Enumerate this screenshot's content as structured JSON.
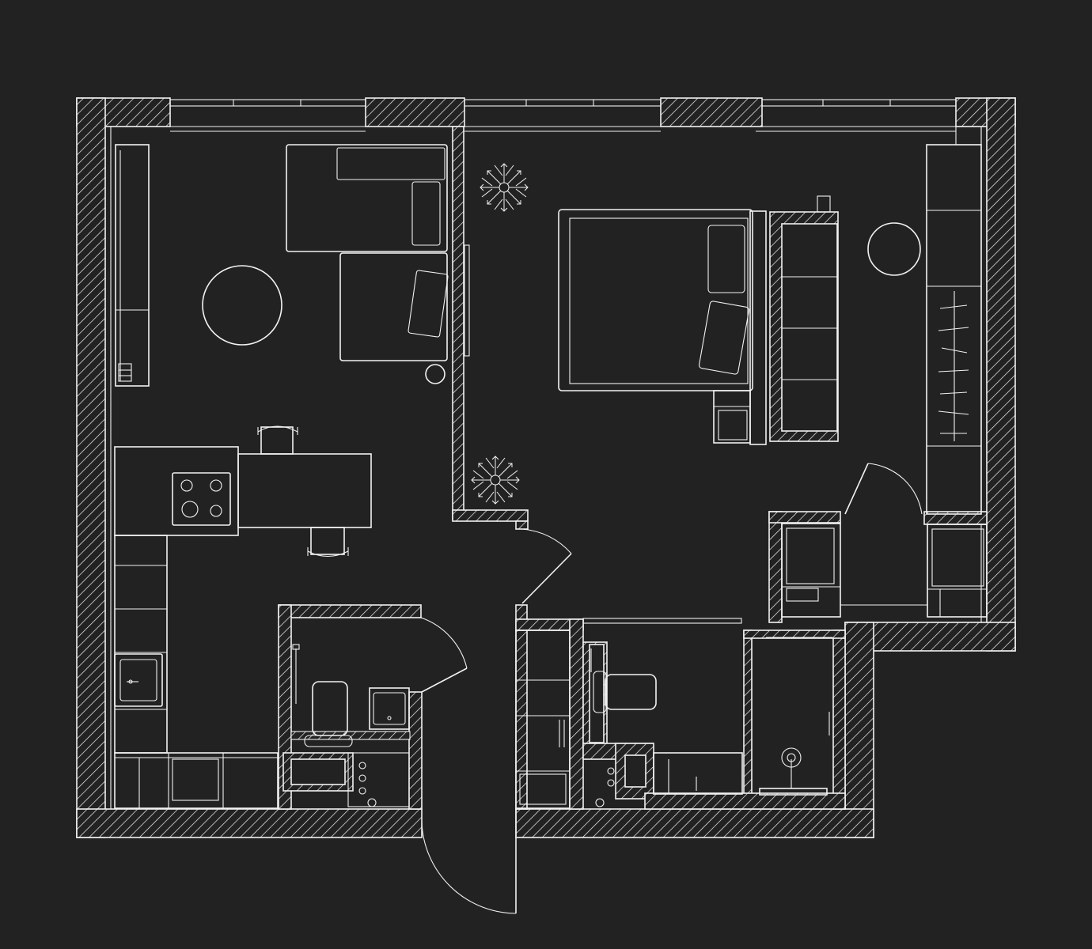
{
  "colors": {
    "background": "#222222",
    "line": "#f2f2f2"
  },
  "plan": {
    "rooms": [
      "living-room",
      "kitchen",
      "bedroom",
      "bathroom",
      "toilet",
      "hallway",
      "wardrobe"
    ],
    "icons": [
      "sofa-icon",
      "armchair-icon",
      "round-table-icon",
      "cooktop-icon",
      "sink-icon",
      "bed-icon",
      "plant-icon",
      "toilet-icon",
      "shower-icon",
      "washer-icon",
      "door-icon",
      "window-icon",
      "chair-icon"
    ]
  }
}
